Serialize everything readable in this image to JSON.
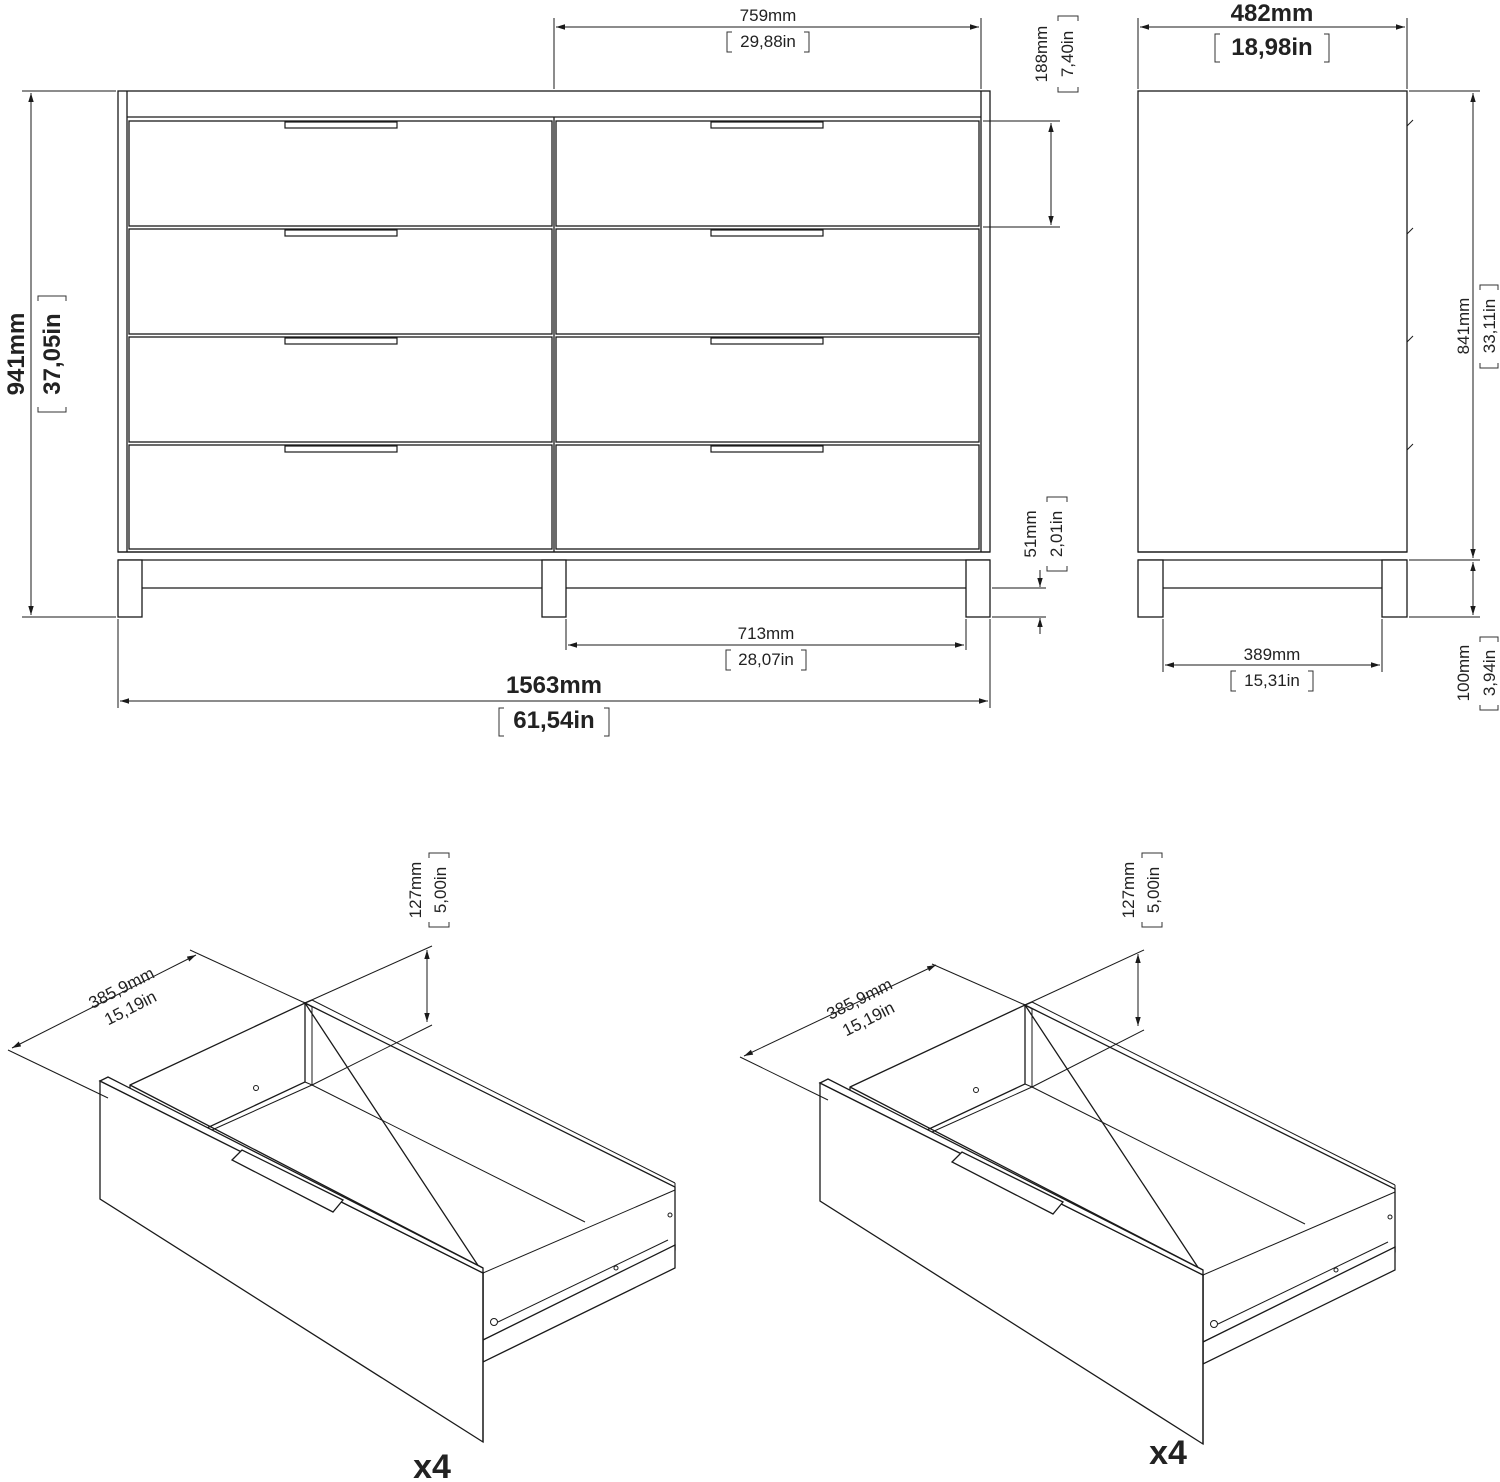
{
  "front_view": {
    "width_mm": "1563mm",
    "width_in": "61,54in",
    "height_mm": "941mm",
    "height_in": "37,05in",
    "half_width_mm": "759mm",
    "half_width_in": "29,88in",
    "drawer_height_mm": "188mm",
    "drawer_height_in": "7,40in",
    "plinth_mm": "51mm",
    "plinth_in": "2,01in",
    "leg_span_mm": "713mm",
    "leg_span_in": "28,07in"
  },
  "side_view": {
    "depth_mm": "482mm",
    "depth_in": "18,98in",
    "body_height_mm": "841mm",
    "body_height_in": "33,11in",
    "leg_span_mm": "389mm",
    "leg_span_in": "15,31in",
    "leg_height_mm": "100mm",
    "leg_height_in": "3,94in"
  },
  "drawer_left": {
    "depth_mm": "385,9mm",
    "depth_in": "15,19in",
    "height_mm": "127mm",
    "height_in": "5,00in",
    "quantity": "x4"
  },
  "drawer_right": {
    "depth_mm": "385,9mm",
    "depth_in": "15,19in",
    "height_mm": "127mm",
    "height_in": "5,00in",
    "quantity": "x4"
  }
}
